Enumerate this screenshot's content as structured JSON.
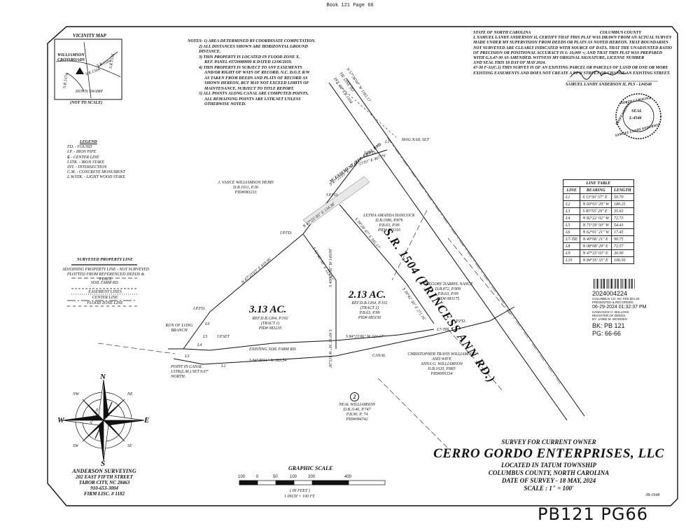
{
  "page_header": "Book 121 Page 66",
  "vicinity_map": {
    "title": "VICINITY MAP",
    "labels": [
      "WILLIAMSON CROSSROADS",
      "S.R.1504",
      "S.R.1504",
      "S.R.1556",
      "S.R.1574",
      "DOWN SWAMP",
      "(NOT TO SCALE)"
    ]
  },
  "notes": [
    "NOTES: 1) AREA DETERMINED BY COORDINATE COMPUTATION.",
    "2) ALL DISTANCES SHOWN ARE HORIZONTAL GROUND DISTANCE.",
    "3) THIS PROPERTY IS LOCATED IN FLOOD ZONE X.",
    "REF. PANEL #3720080000 K DATED 12/06/2019.",
    "4) THIS PROPERTY IS SUBJECT TO ANY EASEMENTS",
    "AND/OR RIGHT OF WAYS OF RECORD. N.C. D.O.T. R/W",
    "AS TAKEN FROM DEEDS AND PLATS OF RECORD AS",
    "SHOWN HEREON, BUT MAY NOT EXCEED LIMITS OF",
    "MAINTENANCE, SUBJECT TO TITLE REPORT.",
    "5) ALL POINTS ALONG CANAL ARE COMPUTED POINTS,",
    "ALL REMAINING POINTS ARE I.STK.SET UNLESS",
    "OTHERWISE NOTED."
  ],
  "certificate": {
    "state": "STATE OF NORTH CAROLINA",
    "county": "COLUMBUS COUNTY",
    "lines": [
      "I, SAMUEL LANDY ANDERSON II, CERTIFY THAT THIS PLAT WAS DRAWN FROM AN ACTUAL SURVEY",
      "MADE UNDER MY SUPERVISION FROM DEEDS OR PLATS AS NOTED HEREON. THAT BOUNDARIES",
      "NOT SURVEYED ARE CLEARLY INDICATED WITH SOURCE OF DATA. THAT THE UNADJUSTED RATIO",
      "OF PRECISION OR POSITIONAL ACCURACY IS 1: 10,000 +; AND THAT THIS PLAT WAS PREPARED",
      "WITH G.S.47-30 AS AMENDED. WITNESS MY ORIGINAL SIGNATURE, LICENSE NUMBER",
      "AND SEAL THIS 18 DAY OF MAY 2024.",
      "47-30 F-11(C.1) THIS SURVEY IS OF AN EXISTING PARCEL OR PARCELS OF LAND OR ONE OR MORE",
      "EXISTING EASEMENTS AND DOES NOT CREATE A NEW STREET OR CHANGE AN EXISTING STREET."
    ],
    "signer": "SAMUEL LANDY ANDERSON II, PLS - L#4546"
  },
  "seal": {
    "top": "NORTH CAROLINA",
    "left": "PROFESSIONAL",
    "center1": "SEAL",
    "center2": "L-4546",
    "bottom": "SAMUEL LANDY ANDERSON"
  },
  "legend": {
    "title": "LEGEND",
    "items": [
      "FD. - FOUND",
      "I.P. - IRON PIPE",
      "℄ - CENTER LINE",
      "I.STK. - IRON STAKE",
      "INT. - INTERSECTION",
      "C.M. - CONCRETE MONUMENT",
      "L.W.STK. - LIGHT WOOD STAKE"
    ]
  },
  "line_key": {
    "surveyed": "SURVEYED PROPERTY LINE",
    "adjoining": "ADJOINING PROPERTY LINE - NOT SURVEYED",
    "adjoining2": "PLOTTED FROM REFERENCED DEEDS & PLATS.",
    "soil": "SOIL FARM RD.",
    "easement": "EASEMENT LINES",
    "center": "CENTER LINE",
    "flood": "FLOOD ZONE LINE"
  },
  "line_table": {
    "title": "LINE TABLE",
    "headers": [
      "LINE",
      "BEARING",
      "LENGTH"
    ],
    "rows": [
      [
        "L1",
        "S 13°30' 57\" E",
        "50.70"
      ],
      [
        "L2",
        "N 60°03' 29\" W",
        "180.25"
      ],
      [
        "L3",
        "S 85°55' 29\" E",
        "35.63"
      ],
      [
        "L4",
        "N 82°22' 02\" W",
        "72.73"
      ],
      [
        "L5",
        "N 71°29' 50\" W",
        "54.43"
      ],
      [
        "L6",
        "N 62°01' 21\" W",
        "17.45"
      ],
      [
        "L7-TIE",
        "N 40°06' 21\" E",
        "90.75"
      ],
      [
        "L8",
        "N 08°08' 29\" E",
        "72.57"
      ],
      [
        "L9",
        "N 47°23' 03\" E",
        "30.00"
      ],
      [
        "L10",
        "N 84°16' 33\" E",
        "106.56"
      ]
    ]
  },
  "recording_stamp": {
    "number": "2024004224",
    "l1": "COLUMBUS CO, NC FEE $21.00",
    "l2": "PRESENTED & RECORDED",
    "date": "06-29-2024 01:32:37 PM",
    "l3": "KANDANCE H. BULLOCK",
    "l4": "REGISTER OF DEEDS",
    "l5": "BY: JAMIE M. WOODEN",
    "book": "BK: PB 121",
    "pages": "PG: 66-66"
  },
  "road": {
    "name": "S.R. 1504 (PRINCESS ANN RD.)",
    "tie1": "N 57°38'00\" W 1183.17'",
    "tie2": "TIE LINE TO",
    "tie3": "INT. OF S.R.1504",
    "mag": "MAG.NAIL SET",
    "l1": "L1"
  },
  "parcels": {
    "williamson": [
      "J. VANCE WILLIAMSON HEIRS",
      "D.B.1011, P.36",
      "PID#083233"
    ],
    "hancock": [
      "LETHA AMANDA HANCOCK",
      "D.B.1086, P.876",
      "P.B.63, P.99",
      "PID# 083116"
    ],
    "nance": [
      "GREGORY DARRYL NANCE",
      "D.B.872, P.909",
      "P.B.63, P.99",
      "PID# 083175"
    ],
    "tract1_area": "3.13 AC.",
    "tract1": [
      "REF.D.B.1264, P.102",
      "(TRACT 1)",
      "PID# 083235"
    ],
    "tract2_area": "2.13 AC.",
    "tract2": [
      "REF.D.B.1264, P.102",
      "(TRACT 2)",
      "P.B.63, P.99",
      "PID# 083150"
    ],
    "christopher": [
      "CHRISTOPHER TRAVIS WILLIAMSON",
      "AND WIFE",
      "ANNA G. WILLIAMSON",
      "D.B.1020, P.865",
      "PID#095334"
    ],
    "neal": [
      "NEAL WILLIAMSON",
      "D.B.1146, P.747",
      "P.B.90, P. 74",
      "PID#094742"
    ],
    "neal_num": "2"
  },
  "plat_labels": {
    "easement": "30' EASEMENT (REF. P.B.63, P.99)",
    "b1": "S 47°23'03\" E 467.79'",
    "b2": "N 47°23' 03\" E 134.36'",
    "b3": "S 47°23'03\" E",
    "b4": "N 47°23'03\" E 419.95'",
    "b5": "S 41°46' 30\" E 223.51'",
    "b6": "S 39°28' 47\" E 345.17'",
    "b7": "S 40°11' 56\" W 140.09'",
    "b8": "S 40°11' 56\" W 115.26'",
    "b9": "S 84°21'06\" W 324.17'",
    "b10": "S 84°49'01\" W 363.54'",
    "b11": "S 39°42' 50\" E 271.16'",
    "soil_rd": "EXISTING SOIL FARM RD.",
    "canal": "CANAL",
    "l7tie": "L7-TIE",
    "ipfd1": "I.P.FD.",
    "ipfd2": "I.P.FD.",
    "ipfd3": "I.P.FD.",
    "ipfd4": "I.P.FD.",
    "ipfd5": "I.P.FD.",
    "ipset": "I.P.SET",
    "run": "RUN OF LONG BRANCH",
    "point_canal": "POINT IN CANAL I.STK(L.M.) SET 9.67' NORTH.",
    "l2": "L2",
    "l3": "L3",
    "l4": "L4",
    "l5": "L5",
    "l6": "L6"
  },
  "compass": {
    "n": "N",
    "s": "S",
    "e": "E",
    "w": "W",
    "ne": "NE",
    "nw": "NW",
    "se": "SE",
    "sw": "SW",
    "mag": "P.B.63, P.99"
  },
  "surveyor": {
    "name": "ANDERSON SURVEYING",
    "addr1": "202 EAST FIFTH STREET",
    "addr2": "TABOR CITY, NC 28463",
    "phone": "910-653-3004",
    "firm": "FIRM LISC. # 1182"
  },
  "graphic_scale": {
    "title": "GRAPHIC SCALE",
    "ticks": [
      "100",
      "0",
      "50",
      "100",
      "200",
      "400"
    ],
    "unit": "( IN FEET )",
    "ratio": "1 INCH = 100 FT."
  },
  "title_block": {
    "survey_for": "SURVEY FOR CURRENT OWNER",
    "owner": "CERRO GORDO ENTERPRISES, LLC",
    "located": "LOCATED IN TATUM TOWNSHIP",
    "county": "COLUMBUS COUNTY, NORTH CAROLINA",
    "date": "DATE OF SURVEY - 18 MAY, 2024",
    "scale": "SCALE : 1\" = 100'",
    "job": "JB-1648"
  },
  "handwritten": "PB121 PG66"
}
